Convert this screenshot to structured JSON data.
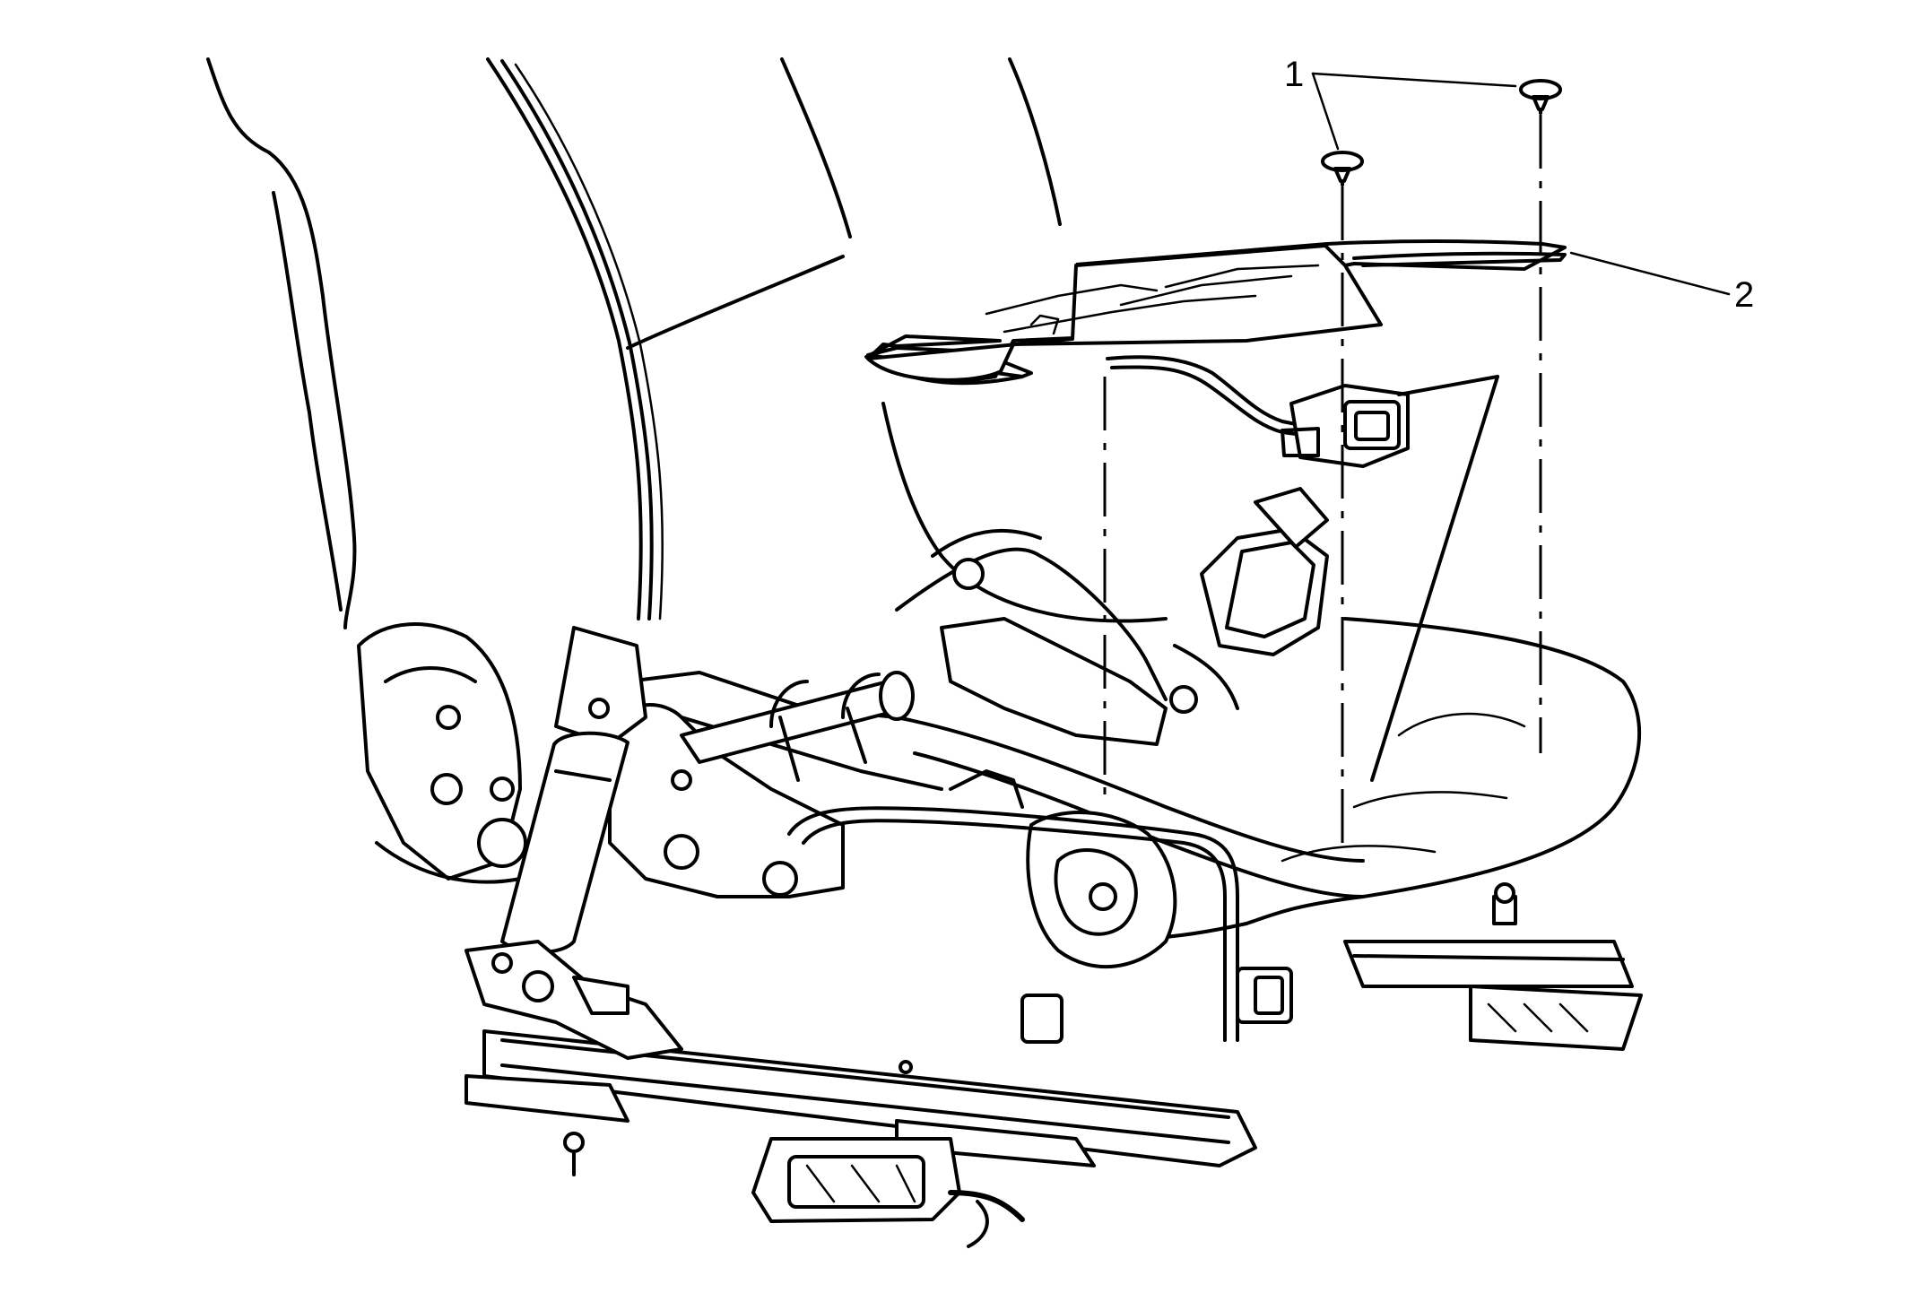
{
  "diagram": {
    "callouts": [
      {
        "label": "1",
        "part": "push-in-retainers"
      },
      {
        "label": "2",
        "part": "sensor-mat"
      }
    ],
    "line_color": "#000000",
    "background": "#ffffff"
  }
}
